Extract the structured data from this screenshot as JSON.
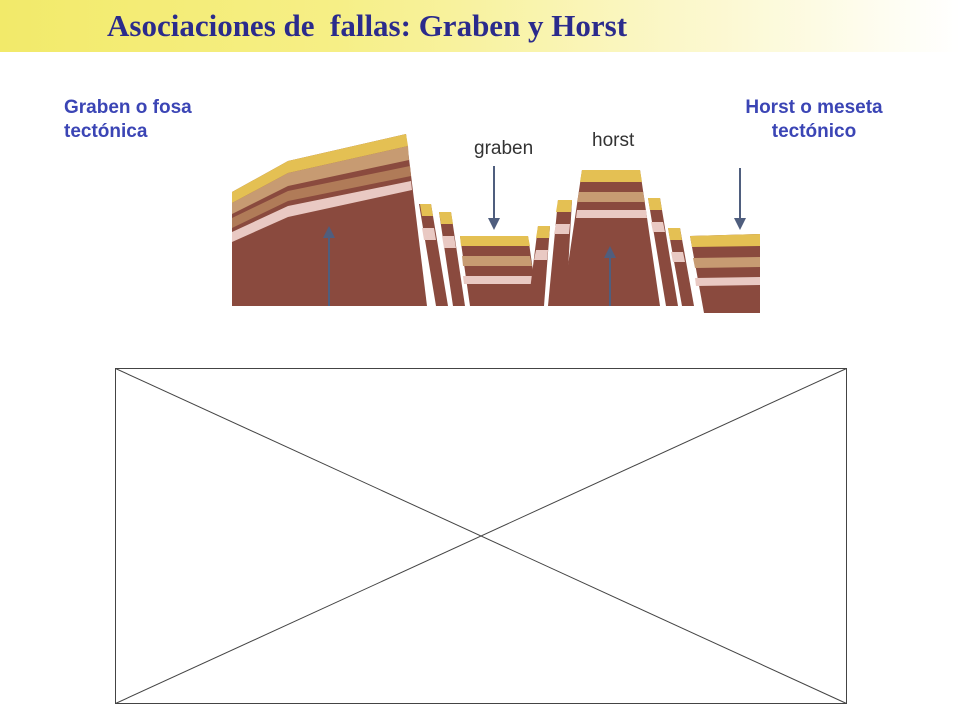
{
  "header": {
    "title": "Asociaciones de  fallas: Graben y Horst"
  },
  "labels": {
    "graben_line1": "Graben o fosa",
    "graben_line2": "tectónica",
    "horst_line1": "Horst o meseta",
    "horst_line2": "tectónico"
  },
  "diagram": {
    "graben_text": "graben",
    "horst_text": "horst"
  },
  "colors": {
    "title_text": "#2b2b8c",
    "label_text": "#3b45b5",
    "title_band": "#f2ea6a",
    "rock_brown": "#8a4a3e",
    "rock_layer_tan": "#c9a07a",
    "rock_layer_pink": "#e9c9c3",
    "rock_top_yellow": "#e9c354",
    "arrow": "#4f5e7e"
  },
  "placeholder": {
    "icon": "broken-image-icon"
  }
}
